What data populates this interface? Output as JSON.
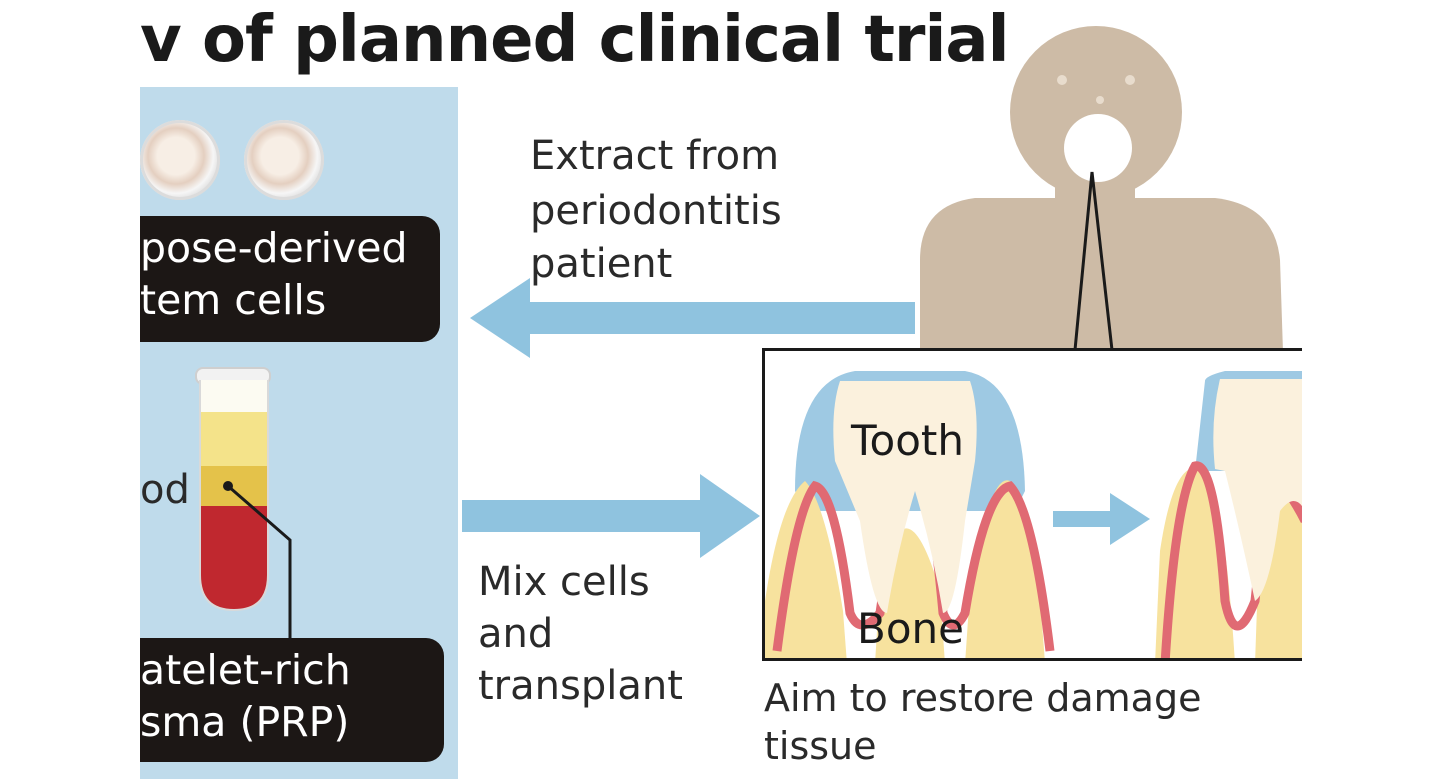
{
  "title": "v of planned clinical trial",
  "labels": {
    "adipose_line1": "pose-derived",
    "adipose_line2": "tem cells",
    "blood": "od",
    "prp_line1": "atelet-rich",
    "prp_line2": "sma (PRP)",
    "extract_line1": "Extract from",
    "extract_line2": "periodontitis",
    "extract_line3": "patient",
    "mix_line1": "Mix cells",
    "mix_line2": "and",
    "mix_line3": "transplant",
    "tooth": "Tooth",
    "bone": "Bone",
    "aim_line1": "Aim to restore damage",
    "aim_line2": "tissue"
  },
  "colors": {
    "panel_blue": "#bfdbeb",
    "arrow_blue": "#8fc3df",
    "label_black": "#1c1715",
    "patient_beige": "#cdbba6",
    "gum_red": "#e06a73",
    "bone_yellow": "#f7e29e",
    "tooth_cream": "#fbf1dd",
    "plaque_blue": "#9ec9e3",
    "blood_red": "#c0282f",
    "plasma_yellow": "#f4d25a"
  }
}
